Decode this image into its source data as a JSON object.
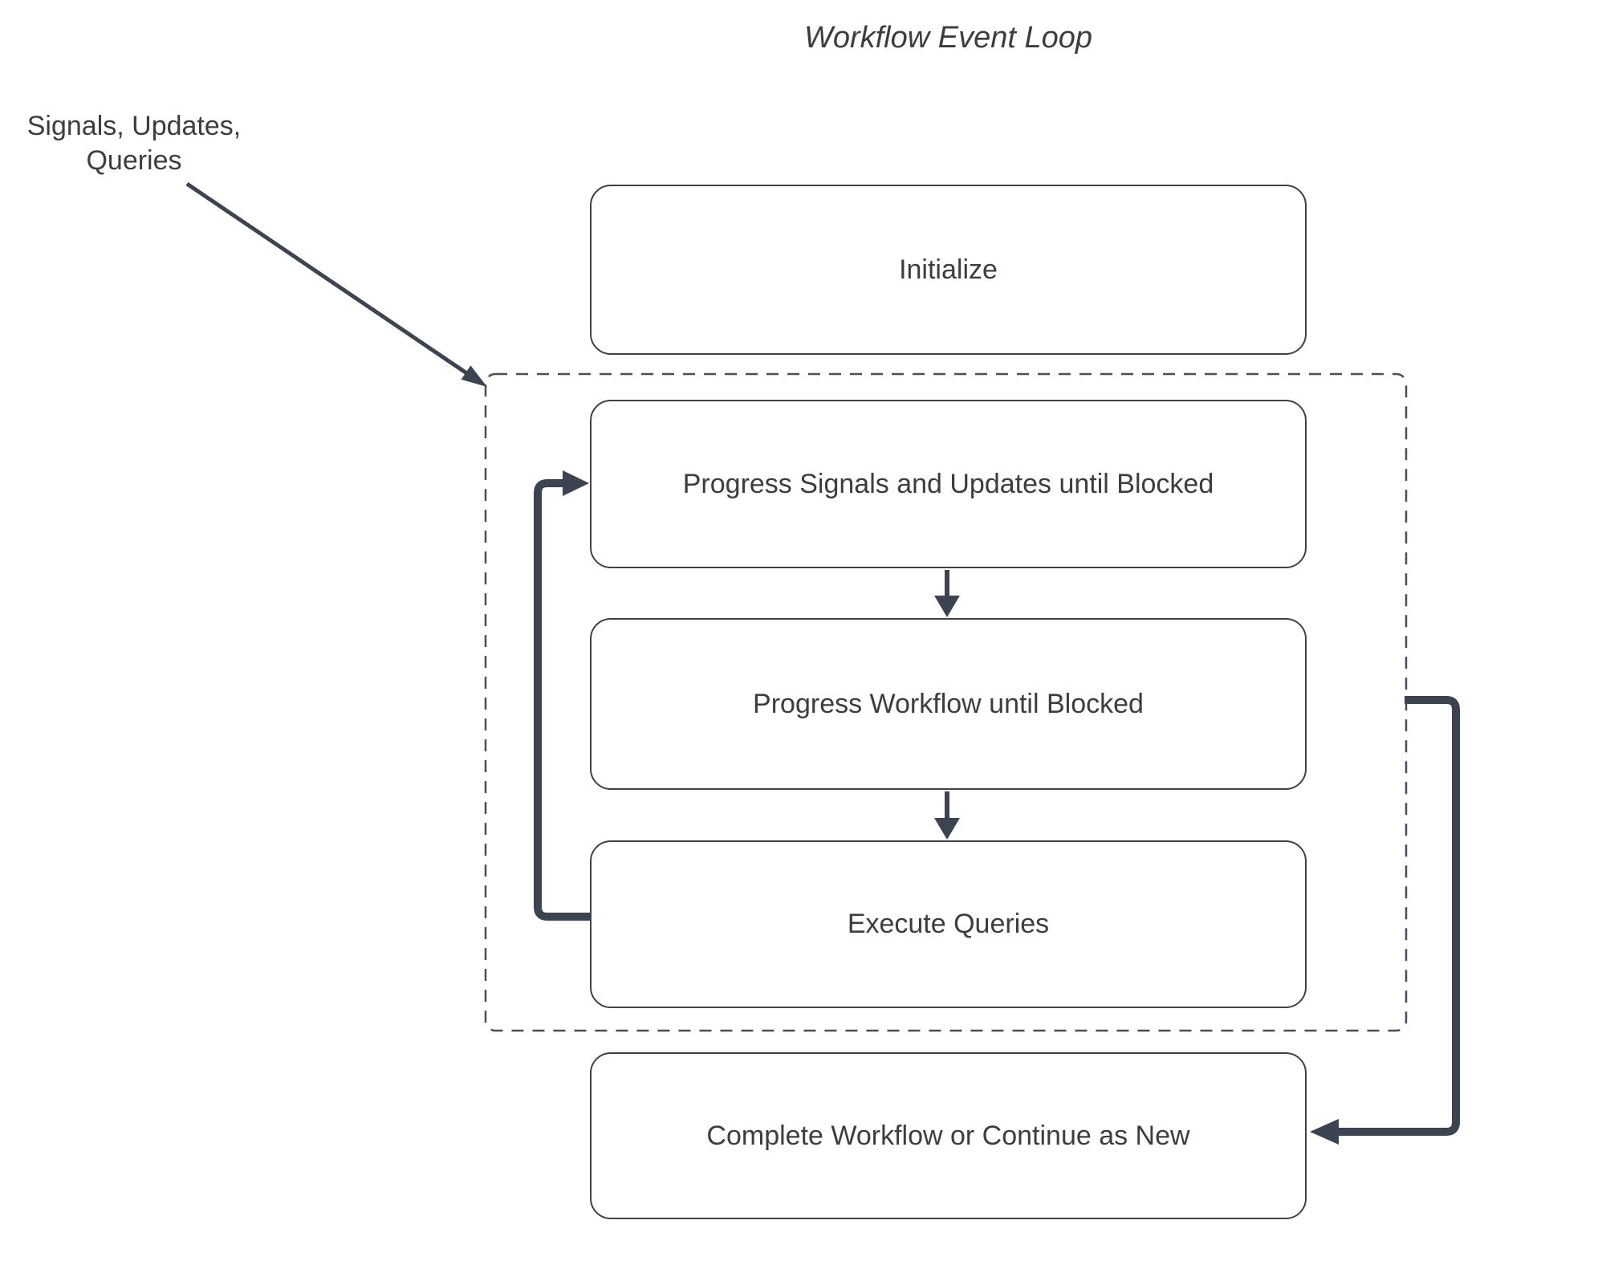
{
  "diagram": {
    "type": "flowchart",
    "title": "Workflow Event Loop",
    "annotation": {
      "line1": "Signals, Updates,",
      "line2": "Queries"
    },
    "group": {
      "id": "event-loop-group",
      "style": "dashed-border",
      "contains": [
        "progress-signals",
        "progress-workflow",
        "execute-queries"
      ]
    },
    "nodes": [
      {
        "id": "initialize",
        "label": "Initialize"
      },
      {
        "id": "progress-signals",
        "label": "Progress Signals and Updates until Blocked"
      },
      {
        "id": "progress-workflow",
        "label": "Progress Workflow until Blocked"
      },
      {
        "id": "execute-queries",
        "label": "Execute Queries"
      },
      {
        "id": "complete",
        "label": "Complete Workflow or Continue as New"
      }
    ],
    "edges": [
      {
        "from": "annotation",
        "to": "event-loop-group",
        "style": "thin-diagonal-arrow"
      },
      {
        "from": "progress-signals",
        "to": "progress-workflow",
        "style": "short-down-arrow"
      },
      {
        "from": "progress-workflow",
        "to": "execute-queries",
        "style": "short-down-arrow"
      },
      {
        "from": "execute-queries",
        "to": "progress-signals",
        "style": "thick-left-loop"
      },
      {
        "from": "event-loop-group",
        "to": "complete",
        "style": "thick-right-loop"
      }
    ],
    "colors": {
      "background": "#ffffff",
      "node_fill": "#ffffff",
      "node_border": "#414141",
      "group_border": "#4a4f57",
      "text": "#3d3d3d",
      "connector": "#3c4452"
    }
  }
}
